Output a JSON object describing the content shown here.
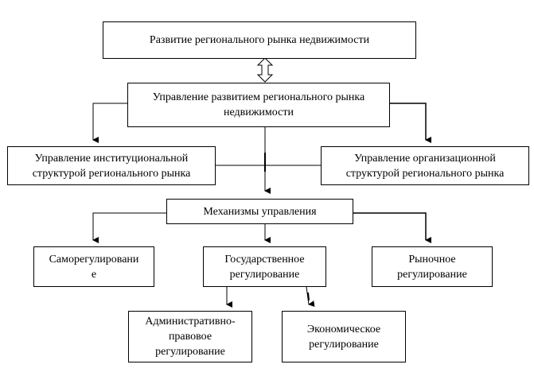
{
  "diagram": {
    "top": "Развитие регионального рынка недвижимости",
    "management": "Управление развитием регионального рынка\nнедвижимости",
    "institutional": "Управление институциональной\nструктурой регионального рынка",
    "organizational": "Управление организационной\nструктурой регионального рынка",
    "mechanisms": "Механизмы управления",
    "self_regulation": "Саморегулировани\nе",
    "state_regulation": "Государственное\nрегулирование",
    "market_regulation": "Рыночное\nрегулирование",
    "administrative": "Административно-\nправовое\nрегулирование",
    "economic": "Экономическое\nрегулирование"
  }
}
